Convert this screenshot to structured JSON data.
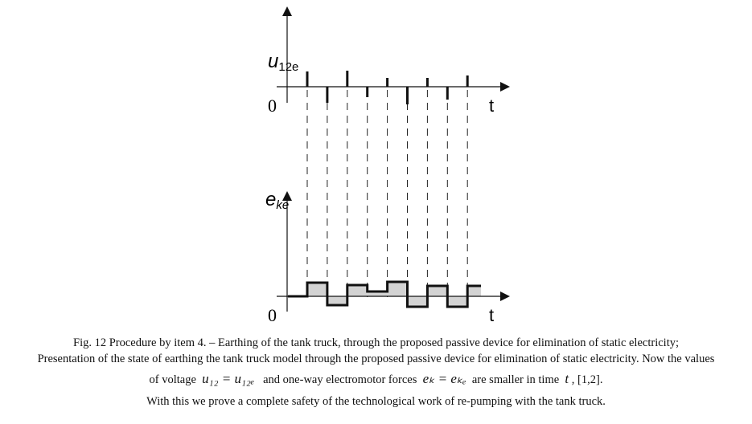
{
  "chart_data": [
    {
      "type": "line",
      "title": "",
      "ylabel": "u12e",
      "ylabel_main": "u",
      "ylabel_sub": "12e",
      "xlabel": "t",
      "origin_label": "0",
      "kind": "impulses",
      "values": [
        1.9,
        -2.0,
        2.0,
        -1.3,
        1.1,
        -2.2,
        1.1,
        -1.6,
        1.4
      ]
    },
    {
      "type": "line",
      "title": "",
      "ylabel": "eke",
      "ylabel_main": "e",
      "ylabel_sub": "ke",
      "xlabel": "t",
      "origin_label": "0",
      "kind": "step",
      "values": [
        0,
        1.7,
        -1.1,
        1.4,
        0.6,
        1.8,
        -1.3,
        1.3,
        -1.3,
        1.3
      ]
    }
  ],
  "caption": {
    "line1": "Fig. 12  Procedure by item  4. – Earthing of the tank truck, through the proposed passive device for elimination of static electricity;",
    "line2": "Presentation of the state of earthing the tank truck model through the proposed passive device for elimination of static electricity. Now the values",
    "line3a": "of voltage",
    "line3_eq1": "u₁₂ = u₁₂ₑ",
    "line3b": "and one-way electromotor forces",
    "line3_eq2": "eₖ = eₖₑ",
    "line3c": "are smaller in time",
    "line3_t": "t",
    "line3d": ", [1,2].",
    "line4": "With this we prove a complete safety of the technological work of re-pumping with the tank truck."
  }
}
